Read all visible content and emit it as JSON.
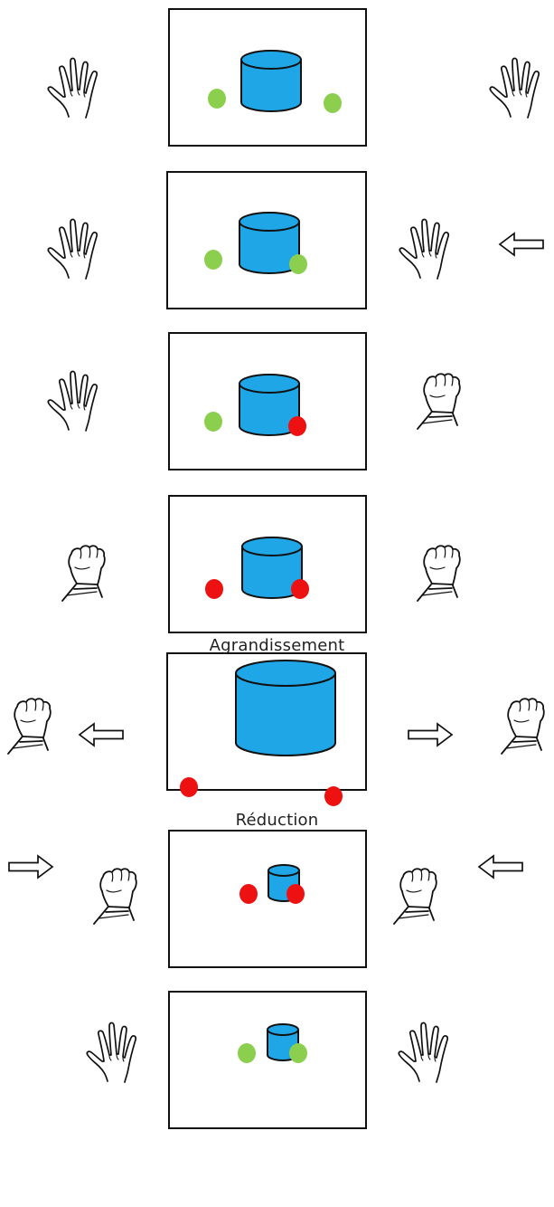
{
  "captions": {
    "enlarge": "Agrandissement",
    "reduce": "Réduction"
  },
  "colors": {
    "cylinder_fill": "#1ea6e6",
    "released_dot": "#8ccf4f",
    "grabbed_dot": "#ee1111",
    "outline": "#111111"
  },
  "steps": [
    {
      "left_hand": "open",
      "right_hand": "open",
      "left_dot": "released",
      "right_dot": "released",
      "object_scale": "normal",
      "right_arrow": "none",
      "left_arrow": "none"
    },
    {
      "left_hand": "open",
      "right_hand": "open",
      "left_dot": "released",
      "right_dot": "released",
      "object_scale": "normal",
      "right_arrow": "inward",
      "left_arrow": "none"
    },
    {
      "left_hand": "open",
      "right_hand": "fist",
      "left_dot": "released",
      "right_dot": "grabbed",
      "object_scale": "normal",
      "right_arrow": "none",
      "left_arrow": "none"
    },
    {
      "left_hand": "fist",
      "right_hand": "fist",
      "left_dot": "grabbed",
      "right_dot": "grabbed",
      "object_scale": "normal",
      "right_arrow": "none",
      "left_arrow": "none"
    },
    {
      "left_hand": "fist",
      "right_hand": "fist",
      "left_dot": "grabbed",
      "right_dot": "grabbed",
      "object_scale": "enlarged",
      "right_arrow": "outward",
      "left_arrow": "outward"
    },
    {
      "left_hand": "fist",
      "right_hand": "fist",
      "left_dot": "grabbed",
      "right_dot": "grabbed",
      "object_scale": "reduced",
      "right_arrow": "inward",
      "left_arrow": "inward"
    },
    {
      "left_hand": "open",
      "right_hand": "open",
      "left_dot": "released",
      "right_dot": "released",
      "object_scale": "reduced",
      "right_arrow": "none",
      "left_arrow": "none"
    }
  ]
}
